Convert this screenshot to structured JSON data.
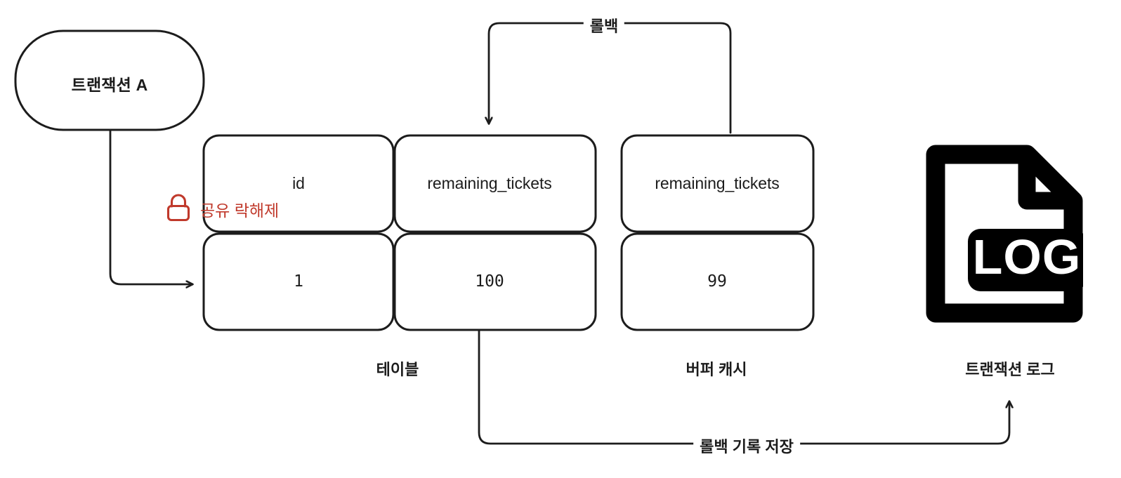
{
  "diagram": {
    "title_implicit": "Transaction rollback with buffer cache and transaction log",
    "colors": {
      "stroke": "#1c1c1c",
      "text": "#1c1c1c",
      "lock_red": "#c0392b",
      "background": "#ffffff"
    }
  },
  "transaction_node": {
    "label": "트랜잭션 A"
  },
  "lock": {
    "icon": "padlock-icon",
    "label": "공유 락해제",
    "color": "#c0392b"
  },
  "table": {
    "section_label": "테이블",
    "columns": [
      "id",
      "remaining_tickets"
    ],
    "rows": [
      [
        "1",
        "100"
      ]
    ]
  },
  "buffer_cache": {
    "section_label": "버퍼 캐시",
    "columns": [
      "remaining_tickets"
    ],
    "rows": [
      [
        "99"
      ]
    ]
  },
  "transaction_log": {
    "section_label": "트랜잭션 로그",
    "icon": "log-file-icon",
    "icon_text": "LOG"
  },
  "edges": {
    "rollback": "롤백",
    "rollback_record_save": "롤백 기록 저장"
  }
}
